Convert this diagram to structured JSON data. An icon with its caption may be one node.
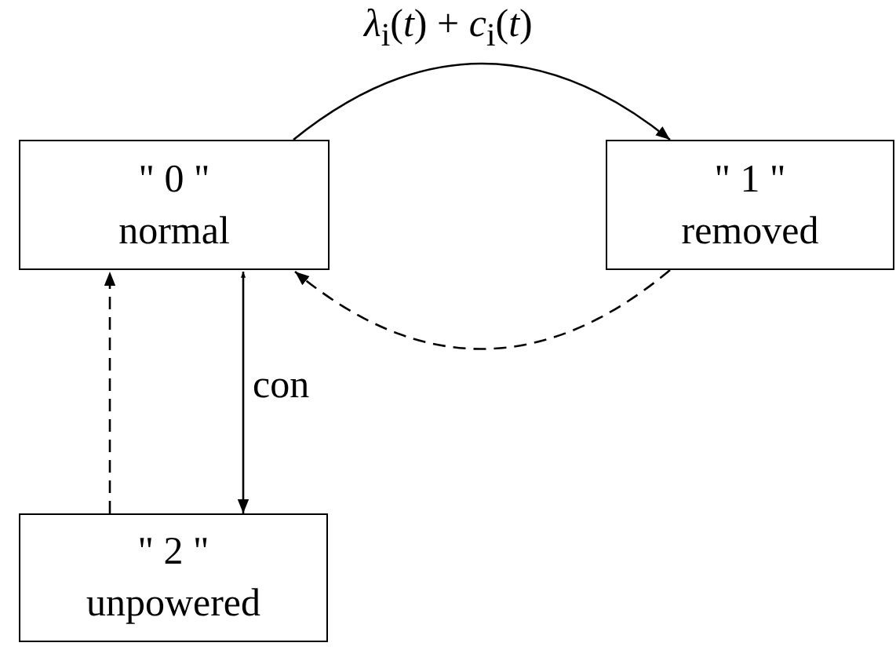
{
  "diagram": {
    "nodes": [
      {
        "text": [
          "\" 0 \"",
          "normal"
        ]
      },
      {
        "text": [
          "\" 1 \"",
          "removed"
        ]
      },
      {
        "text": [
          "\" 2 \"",
          "unpowered"
        ]
      }
    ],
    "edges": [
      {
        "from": 0,
        "to": 1,
        "arrow": "to",
        "label": "*λ*$_{i}$(*t*) + *c*$_{i}$(*t*)"
      },
      {
        "from": 1,
        "to": 0,
        "arrow": "to",
        "style": "dashed"
      },
      {
        "from": 2,
        "to": 0,
        "arrow": "to",
        "style": "dashed"
      },
      {
        "from": 0,
        "to": 2,
        "arrow": "both",
        "label": "con"
      }
    ]
  }
}
